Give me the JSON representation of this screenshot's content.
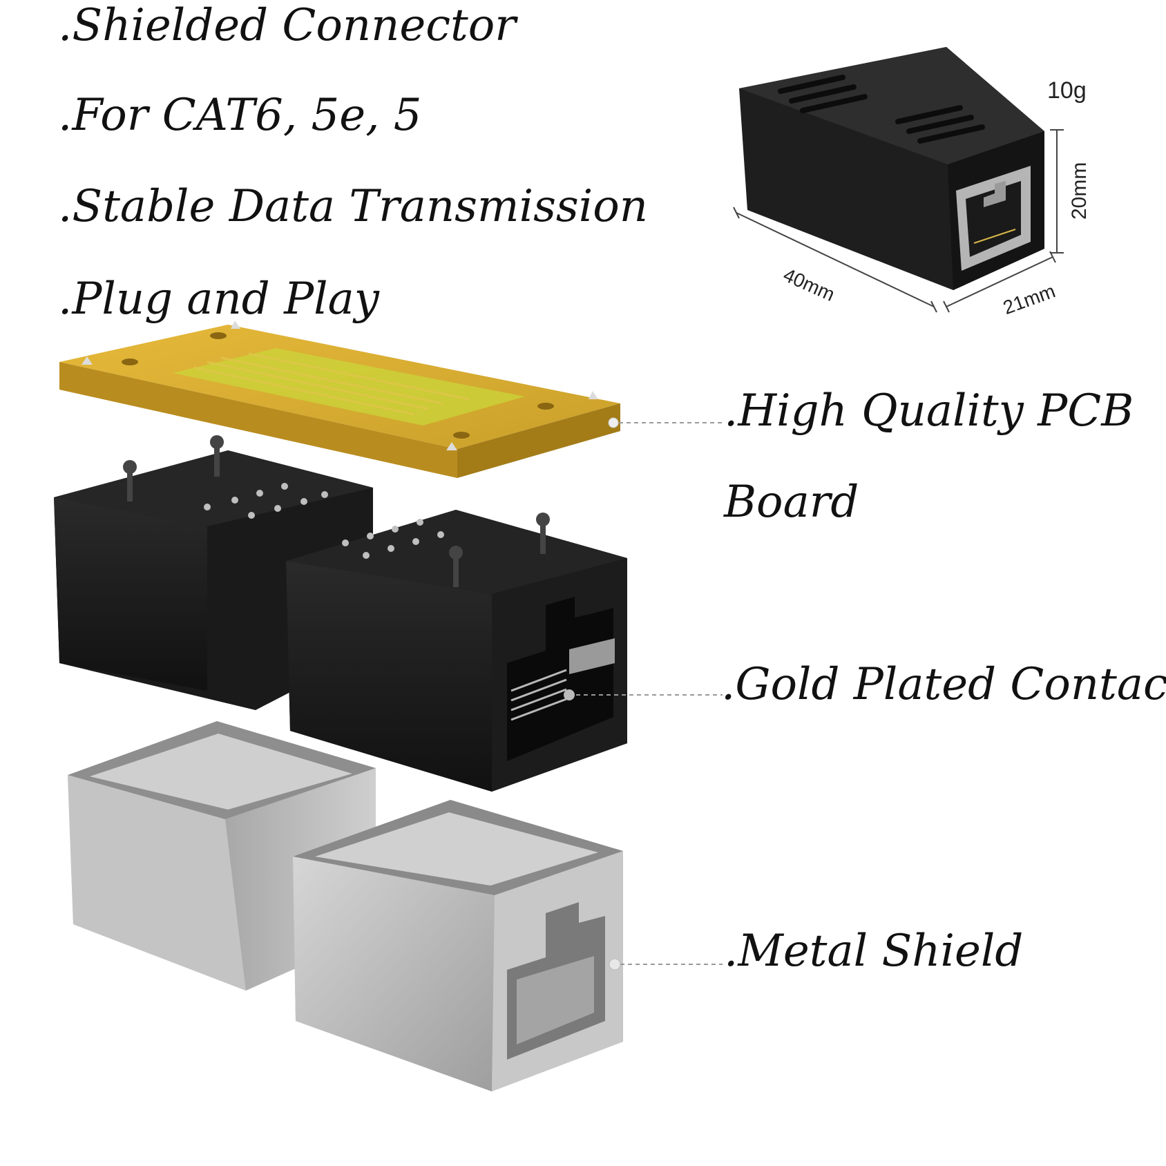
{
  "features": [
    ".Shielded Connector",
    ".For CAT6, 5e, 5",
    ".Stable Data Transmission",
    ".Plug and Play"
  ],
  "callouts": {
    "pcb_line1": ".High Quality PCB",
    "pcb_line2": "Board",
    "contacts": ".Gold  Plated  Contacts",
    "shield": ".Metal Shield"
  },
  "dimensions": {
    "weight": "10g",
    "height": "20mm",
    "length": "40mm",
    "width": "21mm"
  },
  "colors": {
    "pcb": "#d4a72c",
    "pcb_trace": "#c9d63a",
    "housing": "#1c1c1c",
    "shield": "#b9b9b9"
  }
}
